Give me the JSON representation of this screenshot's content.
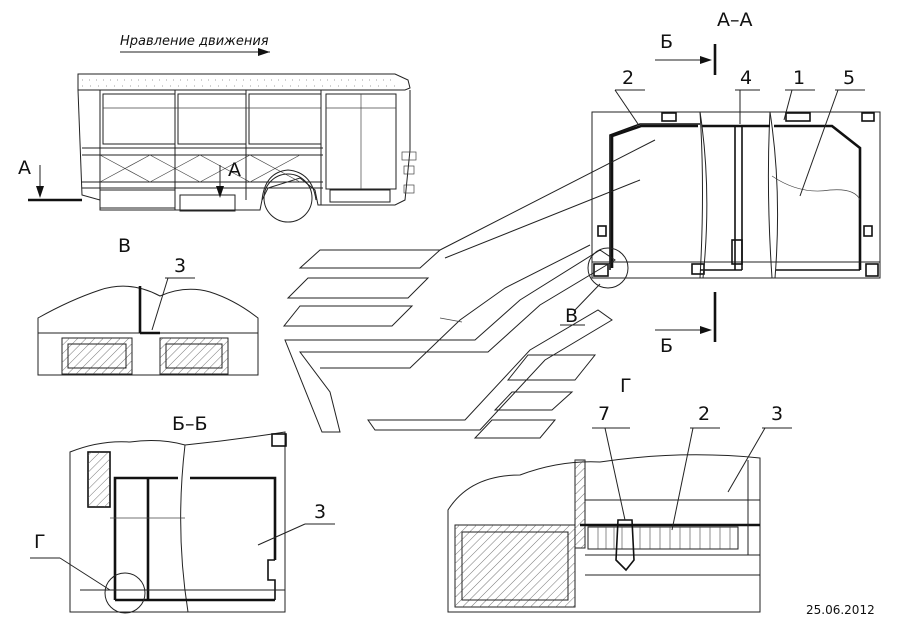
{
  "direction_label": "Нравление движения",
  "section_aa_title": "А–А",
  "section_a_marker": "А",
  "section_b_marker": "Б",
  "view_v_title": "В",
  "section_bb_title": "Б–Б",
  "view_g_title": "Г",
  "callouts": {
    "c1": "1",
    "c2": "2",
    "c3": "3",
    "c4": "4",
    "c5": "5",
    "c7": "7"
  },
  "date": "25.06.2012"
}
